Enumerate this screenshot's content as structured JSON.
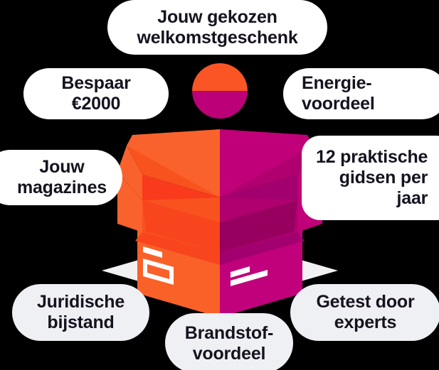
{
  "graphic": {
    "background_color": "#000000",
    "title": "Welkomstgeschenk voordelen",
    "platform_color": "#f1f1f3",
    "circle": {
      "name": "bicolor-circle",
      "top_color": "#f95525",
      "bottom_color": "#bc0077"
    },
    "box": {
      "name": "open-gift-box",
      "left_colors": {
        "front_face": "#f96128",
        "flap_light": "#f9622c",
        "flap_mid": "#f8521f",
        "inner_dark": "#f93a1c",
        "inner_shadow": "#f8441d"
      },
      "right_colors": {
        "front_face": "#c1007c",
        "flap_light": "#c00078",
        "flap_mid": "#b0006f",
        "inner_dark": "#a3006f",
        "inner_shadow": "#97005f"
      },
      "marking_color": "#ffffff"
    }
  },
  "bubbles": [
    {
      "id": "welkomst",
      "label": "Jouw gekozen\nwelkomstgeschenk",
      "style": "white"
    },
    {
      "id": "bespaar",
      "label": "Bespaar\n€2000",
      "style": "white"
    },
    {
      "id": "energie",
      "label": "Energie-\nvoordeel",
      "style": "white"
    },
    {
      "id": "magazines",
      "label": "Jouw\nmagazines",
      "style": "white"
    },
    {
      "id": "gidsen",
      "label": "12 praktische\ngidsen per\njaar",
      "style": "white"
    },
    {
      "id": "juridisch",
      "label": "Juridische\nbijstand",
      "style": "grey"
    },
    {
      "id": "brandstof",
      "label": "Brandstof-\nvoordeel",
      "style": "grey"
    },
    {
      "id": "experts",
      "label": "Getest door\nexperts",
      "style": "grey"
    }
  ]
}
